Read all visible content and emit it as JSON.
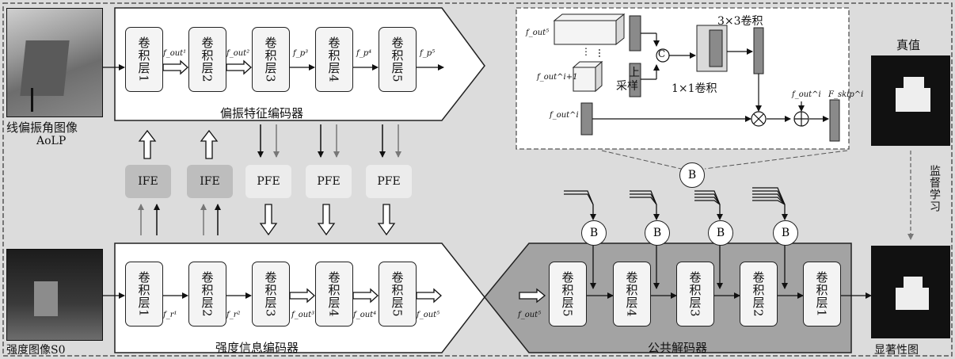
{
  "images": {
    "aolp": {
      "label": "线偏振角图像",
      "sublabel": "AoLP"
    },
    "s0": {
      "label": "强度图像S0"
    },
    "ground_truth": {
      "label": "真值"
    },
    "saliency": {
      "label": "显著性图"
    }
  },
  "supervision": {
    "label": "监督学习"
  },
  "encoders": {
    "polarization": {
      "title": "偏振特征编码器",
      "layers": [
        "卷积层1",
        "卷积层2",
        "卷积层3",
        "卷积层4",
        "卷积层5"
      ]
    },
    "intensity": {
      "title": "强度信息编码器",
      "layers": [
        "卷积层1",
        "卷积层2",
        "卷积层3",
        "卷积层4",
        "卷积层5"
      ]
    }
  },
  "decoder": {
    "title": "公共解码器",
    "layers": [
      "卷积层5",
      "卷积层4",
      "卷积层3",
      "卷积层2",
      "卷积层1"
    ]
  },
  "modules": [
    "IFE",
    "IFE",
    "PFE",
    "PFE",
    "PFE"
  ],
  "b_label": "B",
  "feature_labels": {
    "polarization": [
      "f_out¹",
      "f_out²",
      "f_p³",
      "f_p⁴",
      "f_p⁵"
    ],
    "intensity": [
      "f_r¹",
      "f_r²",
      "f_out³",
      "f_out⁴",
      "f_out⁵"
    ],
    "decoder_input": "f_out⁵"
  },
  "inset": {
    "f_out5": "f_out⁵",
    "f_out_i1": "f_out^i+1",
    "f_out_i": "f_out^i",
    "f_skip": "F_skip^i",
    "upsample": [
      "上",
      "采样"
    ],
    "conv3": "3×3卷积",
    "conv1": "1×1卷积",
    "concat": "C",
    "ellipsis": "⋮"
  }
}
